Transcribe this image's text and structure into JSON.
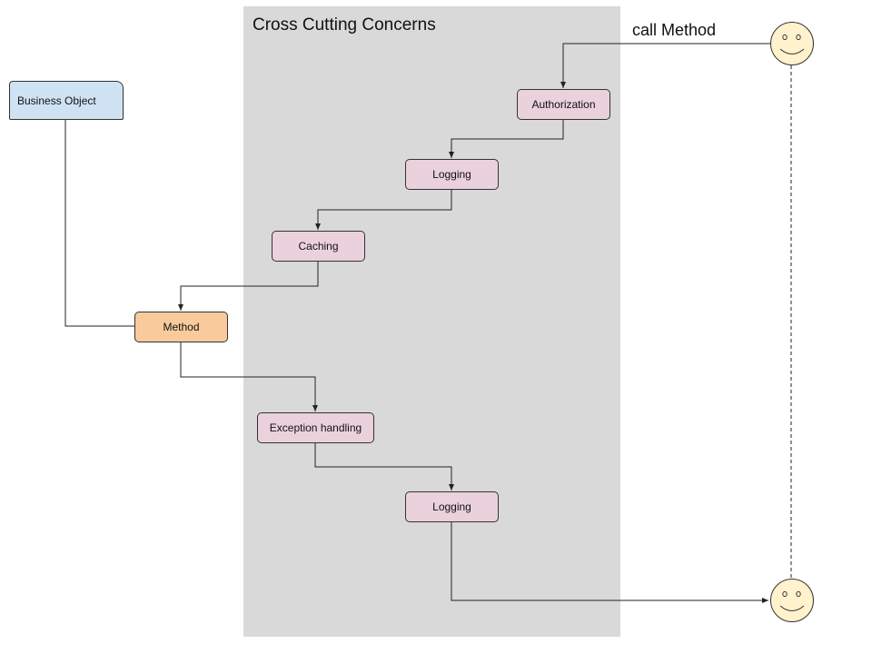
{
  "diagram": {
    "concerns_title": "Cross Cutting Concerns",
    "call_label": "call Method",
    "nodes": {
      "business_object": "Business Object",
      "authorization": "Authorization",
      "logging_before": "Logging",
      "caching": "Caching",
      "method": "Method",
      "exception_handling": "Exception handling",
      "logging_after": "Logging"
    },
    "actors": {
      "caller_icon": "smiley-face-icon",
      "receiver_icon": "smiley-face-icon"
    },
    "colors": {
      "concern_area": "#d9d9d9",
      "concern_node": "#ead1dc",
      "method_node": "#f9cb9c",
      "business_object_node": "#cfe2f3",
      "actor_fill": "#fff2cc"
    }
  }
}
